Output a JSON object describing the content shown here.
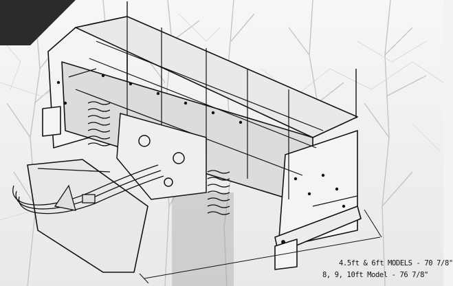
{
  "dimension_labels": {
    "small_models": "4.5ft & 6ft MODELS - 70 7/8\"",
    "large_models": "8, 9, 10ft Model - 76 7/8\""
  },
  "colors": {
    "corner_tab": "#2b2b2b",
    "line_art": "#111111",
    "background_trees": "#bdbdbd"
  },
  "illustration": {
    "subject": "snow-pusher-skid-steer-attachment",
    "style": "black-line-drawing-over-winter-trees"
  }
}
